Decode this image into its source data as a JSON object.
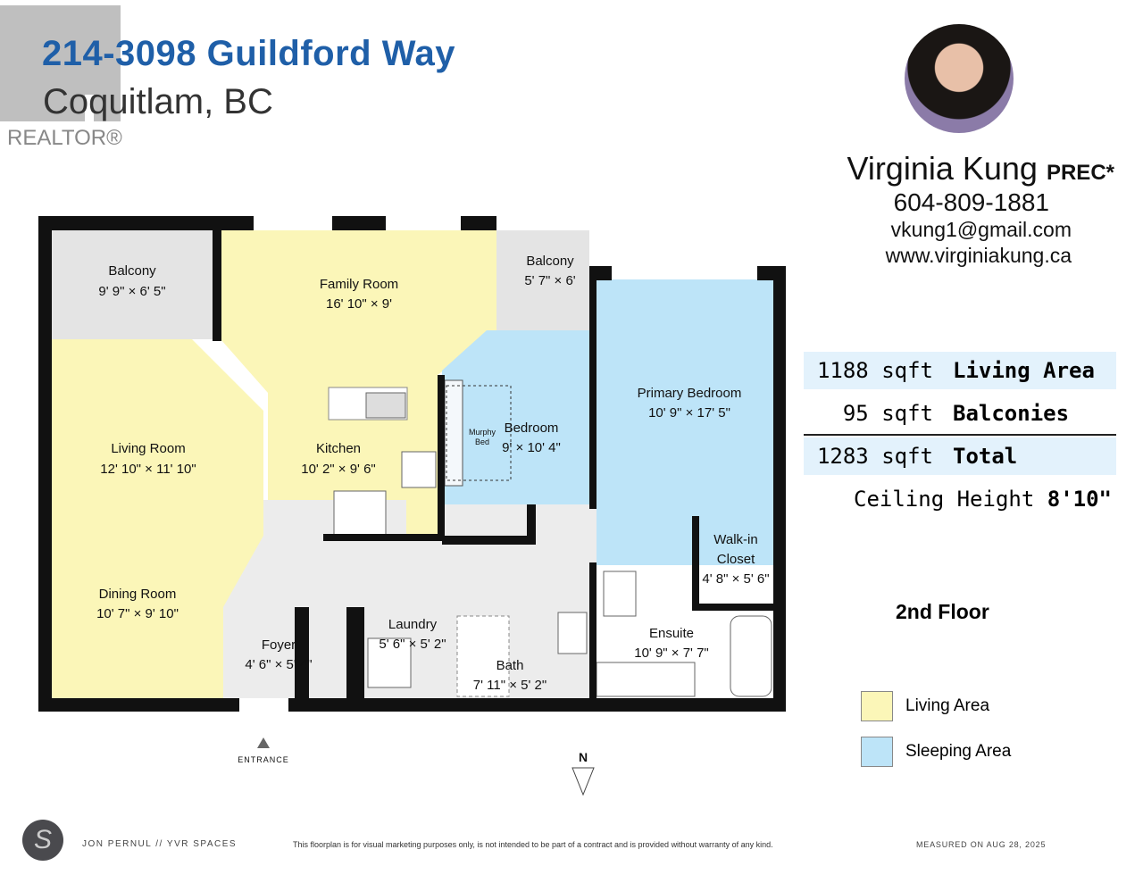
{
  "header": {
    "title": "214-3098 Guildford Way",
    "city": "Coquitlam, BC",
    "realtor_logo": "REALTOR®"
  },
  "agent": {
    "name": "Virginia Kung",
    "designation": "PREC*",
    "phone": "604-809-1881",
    "email": "vkung1@gmail.com",
    "website": "www.virginiakung.ca"
  },
  "stats": [
    {
      "value": "1188 sqft",
      "label": "Living Area",
      "highlight": true
    },
    {
      "value": "95 sqft",
      "label": "Balconies",
      "highlight": false
    },
    {
      "value": "1283 sqft",
      "label": "Total",
      "highlight": true
    }
  ],
  "ceiling": {
    "label": "Ceiling Height",
    "value": "8'10\""
  },
  "floor_label": "2nd Floor",
  "legend": [
    {
      "label": "Living Area",
      "color": "#fbf6b8"
    },
    {
      "label": "Sleeping Area",
      "color": "#bde4f8"
    }
  ],
  "rooms": {
    "balcony1": {
      "name": "Balcony",
      "dim": "9' 9\" × 6' 5\""
    },
    "family": {
      "name": "Family Room",
      "dim": "16' 10\" × 9'"
    },
    "balcony2": {
      "name": "Balcony",
      "dim": "5' 7\" × 6'"
    },
    "primary": {
      "name": "Primary Bedroom",
      "dim": "10' 9\" × 17' 5\""
    },
    "living": {
      "name": "Living Room",
      "dim": "12' 10\" × 11' 10\""
    },
    "kitchen": {
      "name": "Kitchen",
      "dim": "10' 2\" × 9' 6\""
    },
    "bedroom": {
      "name": "Bedroom",
      "dim": "9' × 10' 4\""
    },
    "murphy": {
      "line1": "Murphy",
      "line2": "Bed"
    },
    "walkin": {
      "line1": "Walk-in",
      "line2": "Closet",
      "dim": "4' 8\" × 5' 6\""
    },
    "dining": {
      "name": "Dining Room",
      "dim": "10' 7\" × 9' 10\""
    },
    "foyer": {
      "name": "Foyer",
      "dim": "4' 6\" × 5' 4\""
    },
    "laundry": {
      "name": "Laundry",
      "dim": "5' 6\" × 5' 2\""
    },
    "bath": {
      "name": "Bath",
      "dim": "7' 11\" × 5' 2\""
    },
    "ensuite": {
      "name": "Ensuite",
      "dim": "10' 9\" × 7' 7\""
    }
  },
  "entrance": "ENTRANCE",
  "compass": "N",
  "footer": {
    "brand": "JON PERNUL // YVR SPACES",
    "disclaimer": "This floorplan is for visual marketing purposes only, is not intended to be part of a contract and is provided without warranty of any kind.",
    "measured": "MEASURED ON AUG 28, 2025"
  }
}
